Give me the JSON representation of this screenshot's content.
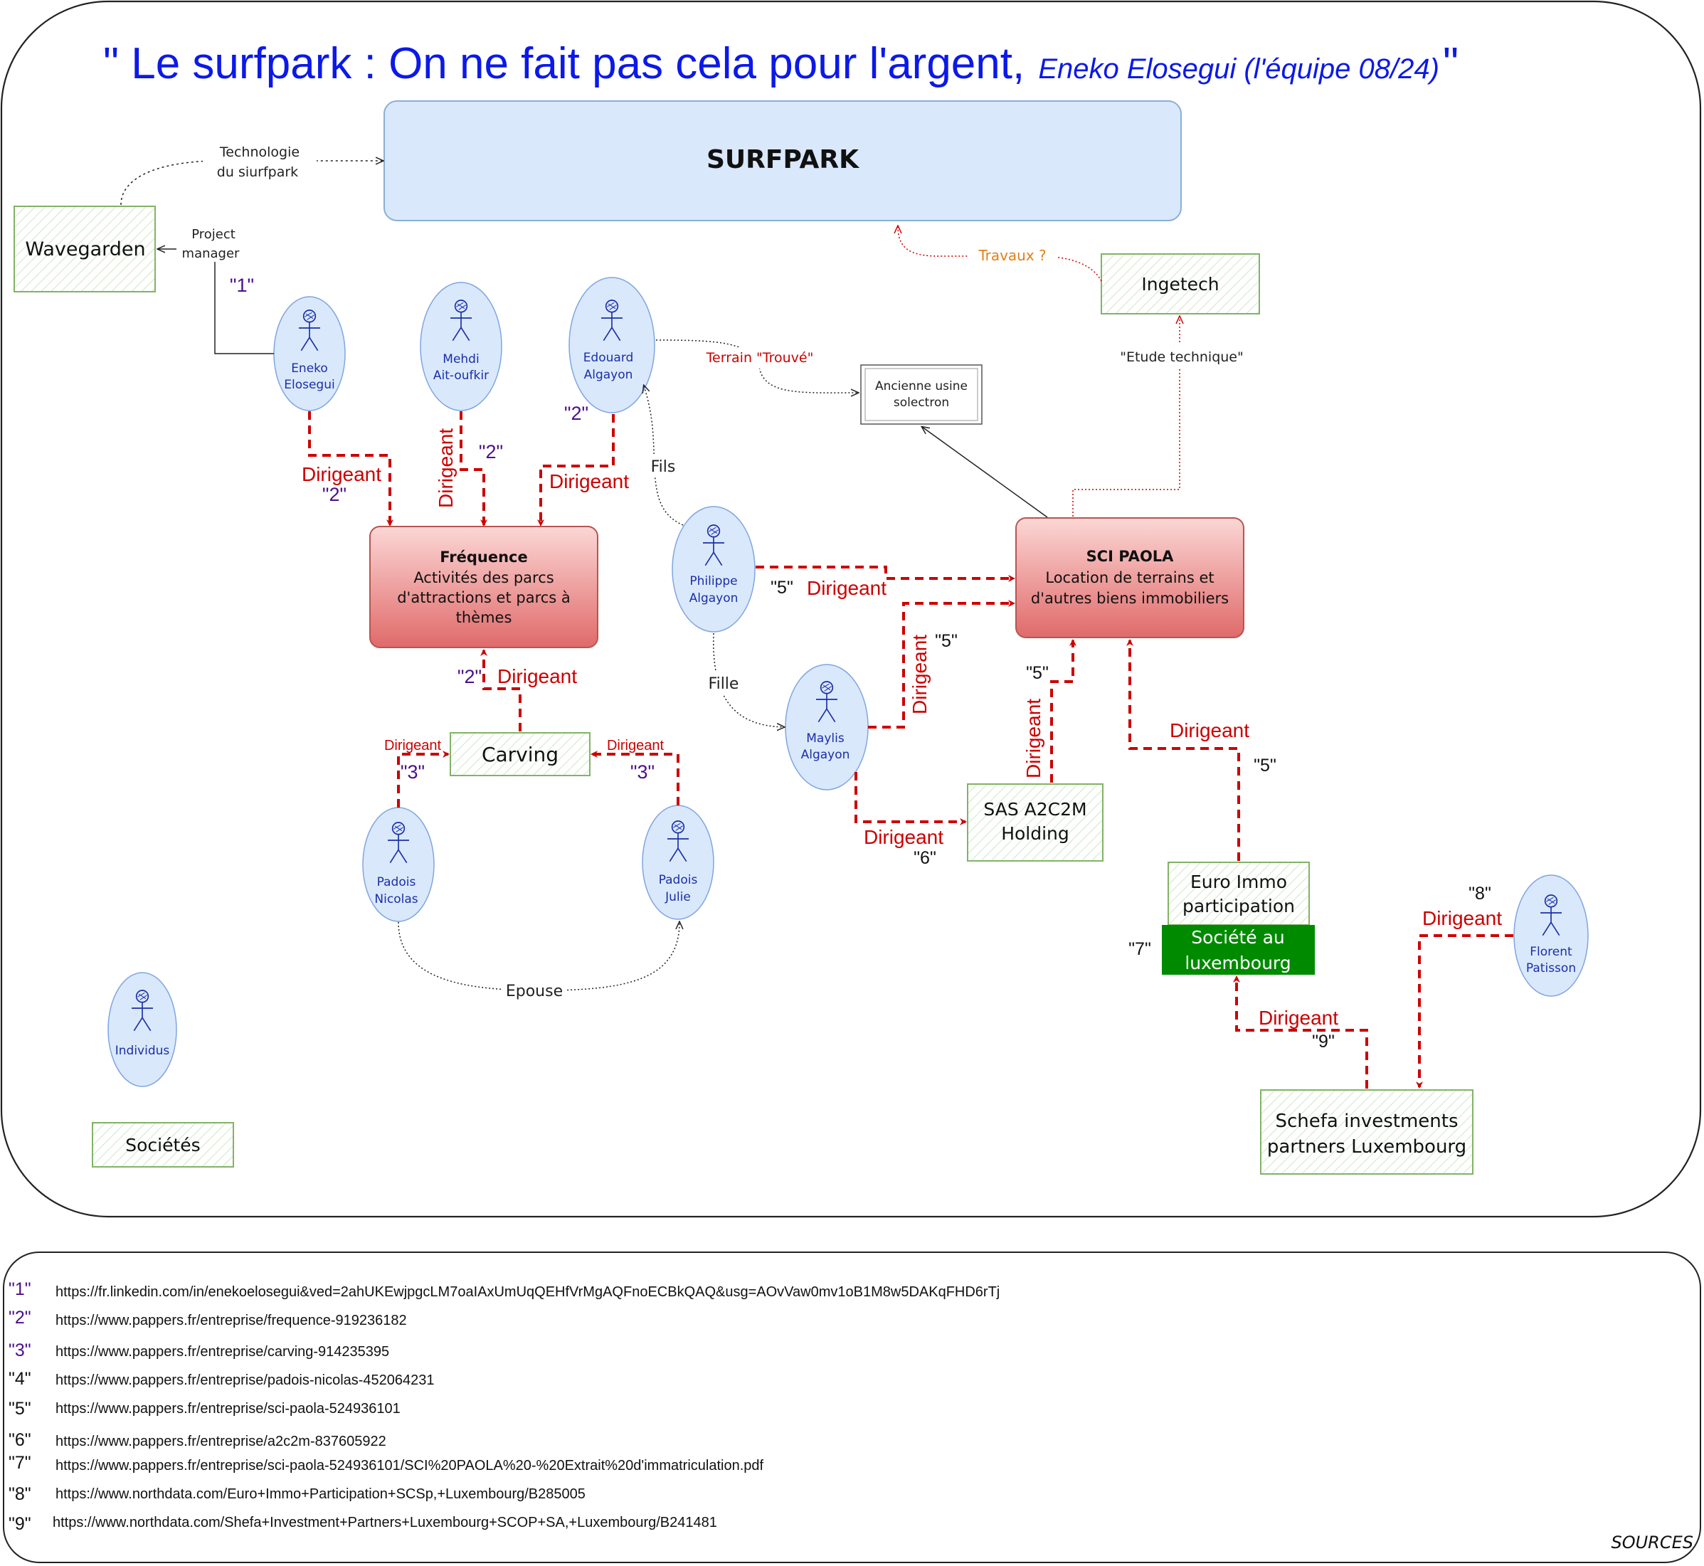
{
  "title": {
    "main": "\" Le surfpark : On ne fait pas cela pour l'argent,",
    "sub": "Eneko Elosegui (l'équipe 08/24)",
    "close": "\""
  },
  "colors": {
    "red": "#cc0000",
    "blue_text": "#0b19e8",
    "person_fill": "#dae8fc",
    "company_green": "#82b366",
    "company_red": "#f8cecc",
    "purple": "#4b0f8c",
    "orange": "#e0801a"
  },
  "nodes": {
    "surfpark": "SURFPARK",
    "wavegarden": "Wavegarden",
    "ingetech": "Ingetech",
    "usine": [
      "Ancienne usine",
      "solectron"
    ],
    "frequence": {
      "title": "Fréquence",
      "lines": [
        "Activités des parcs",
        "d'attractions et parcs à",
        "thèmes"
      ]
    },
    "scipaola": {
      "title": "SCI PAOLA",
      "lines": [
        "Location de terrains et",
        "d'autres biens immobiliers"
      ]
    },
    "carving": "Carving",
    "sas": [
      "SAS A2C2M",
      "Holding"
    ],
    "euroimmo": [
      "Euro Immo",
      "participation"
    ],
    "luxbadge": [
      "Société au",
      "luxembourg"
    ],
    "schefa": [
      "Schefa investments",
      "partners Luxembourg"
    ],
    "legend_company": "Sociétés"
  },
  "persons": {
    "eneko": [
      "Eneko",
      "Elosegui"
    ],
    "mehdi": [
      "Mehdi",
      "Ait-oufkir"
    ],
    "edouard": [
      "Edouard",
      "Algayon"
    ],
    "philippe": [
      "Philippe",
      "Algayon"
    ],
    "maylis": [
      "Maylis",
      "Algayon"
    ],
    "padois_n": [
      "Padois",
      "Nicolas"
    ],
    "padois_j": [
      "Padois",
      "Julie"
    ],
    "florent": [
      "Florent",
      "Patisson"
    ],
    "legend_person": [
      "Individus"
    ]
  },
  "labels": {
    "dirigeant": "Dirigeant",
    "technologie": [
      "Technologie",
      "du siurfpark"
    ],
    "project_manager": [
      "Project",
      "manager"
    ],
    "travaux": "Travaux ?",
    "etude": "\"Etude technique\"",
    "terrain": "Terrain \"Trouvé\"",
    "fils": "Fils",
    "fille": "Fille",
    "epouse": "Epouse",
    "n1": "\"1\"",
    "n2": "\"2\"",
    "n3": "\"3\"",
    "n5": "\"5\"",
    "n6": "\"6\"",
    "n7": "\"7\"",
    "n8": "\"8\"",
    "n9": "\"9\""
  },
  "sources": {
    "title": "SOURCES",
    "items": [
      {
        "num": "\"1\"",
        "url": "https://fr.linkedin.com/in/enekoelosegui&ved=2ahUKEwjpgcLM7oaIAxUmUqQEHfVrMgAQFnoECBkQAQ&usg=AOvVaw0mv1oB1M8w5DAKqFHD6rTj"
      },
      {
        "num": "\"2\"",
        "url": "https://www.pappers.fr/entreprise/frequence-919236182"
      },
      {
        "num": "\"3\"",
        "url": "https://www.pappers.fr/entreprise/carving-914235395"
      },
      {
        "num": "\"4\"",
        "url": "https://www.pappers.fr/entreprise/padois-nicolas-452064231"
      },
      {
        "num": "\"5\"",
        "url": "https://www.pappers.fr/entreprise/sci-paola-524936101"
      },
      {
        "num": "\"6\"",
        "url": "https://www.pappers.fr/entreprise/a2c2m-837605922"
      },
      {
        "num": "\"7\"",
        "url": "https://www.pappers.fr/entreprise/sci-paola-524936101/SCI%20PAOLA%20-%20Extrait%20d'immatriculation.pdf"
      },
      {
        "num": "\"8\"",
        "url": "https://www.northdata.com/Euro+Immo+Participation+SCSp,+Luxembourg/B285005"
      },
      {
        "num": "\"9\"",
        "url": "https://www.northdata.com/Shefa+Investment+Partners+Luxembourg+SCOP+SA,+Luxembourg/B241481"
      }
    ]
  }
}
